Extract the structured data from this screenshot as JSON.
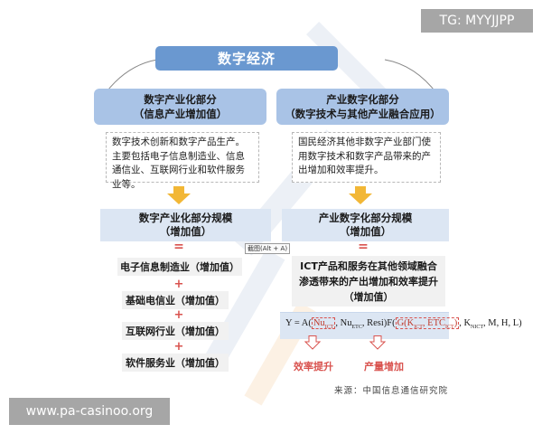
{
  "title": "数字经济",
  "left": {
    "part_title": "数字产业化部分",
    "part_subtitle": "（信息产业增加值）",
    "description": "数字技术创新和数字产品生产。主要包括电子信息制造业、信息通信业、互联网行业和软件服务业等。",
    "scale_title": "数字产业化部分规模",
    "scale_subtitle": "（增加值）",
    "equals": "=",
    "plus": "+",
    "items": [
      "电子信息制造业（增加值）",
      "基础电信业（增加值）",
      "互联网行业（增加值）",
      "软件服务业（增加值）"
    ]
  },
  "right": {
    "part_title": "产业数字化部分",
    "part_subtitle": "（数字技术与其他产业融合应用）",
    "description": "国民经济其他非数字产业部门使用数字技术和数字产品带来的产出增加和效率提升。",
    "scale_title": "产业数字化部分规模",
    "scale_subtitle": "（增加值）",
    "equals": "=",
    "ict_line1": "ICT产品和服务在其他领域融合",
    "ict_line2": "渗透带来的产出增加和效率提升",
    "ict_line3": "（增加值）",
    "formula": {
      "prefix": "Y = A(",
      "hl1": "Nu",
      "hl1_sub": "ICT",
      "mid1": ", Nu",
      "mid1_sub": "ETC",
      "mid2": ", Resi)F(",
      "hl2a": "G(K",
      "hl2a_sub": "ICT",
      "hl2b": ", ETC",
      "hl2b_sub": "ICT",
      "hl2c": ")",
      "tail": ", K",
      "tail_sub": "NICT",
      "end": ", M, H, L)"
    },
    "efficiency_label": "效率提升",
    "output_label": "产量增加"
  },
  "source": "来源：中国信息通信研究院",
  "overlay": {
    "tg_tag": "TG: MYYJJPP",
    "site_tag": "www.pa-casinoo.org",
    "tooltip": "截图(Alt + A)"
  },
  "colors": {
    "title_bg": "#6a98d0",
    "part_bg": "#a9c3e6",
    "scale_bg": "#dce6f3",
    "arrow": "#f2b736",
    "accent_red": "#d9534f"
  }
}
